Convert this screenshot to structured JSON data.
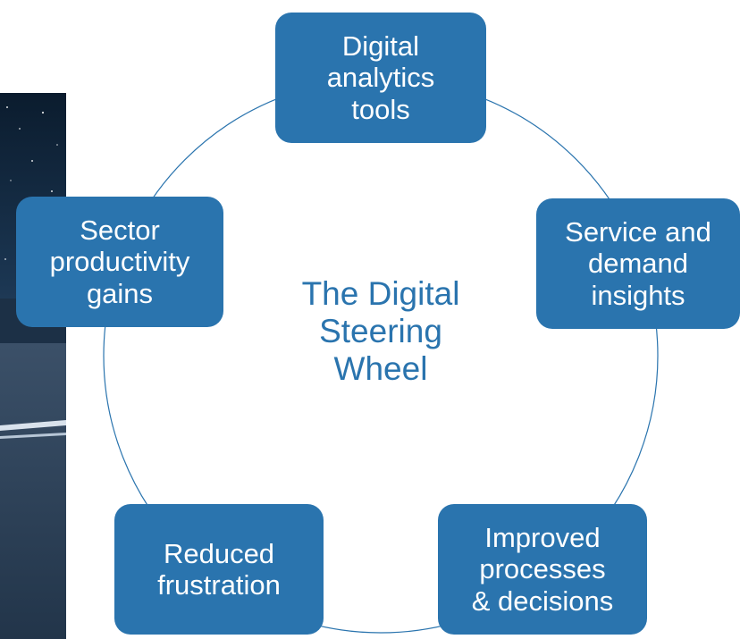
{
  "diagram": {
    "center_title": "The Digital\nSteering\nWheel",
    "nodes": [
      {
        "id": "top",
        "label": "Digital\nanalytics\ntools"
      },
      {
        "id": "right",
        "label": "Service and\ndemand\ninsights"
      },
      {
        "id": "bottom_right",
        "label": "Improved\nprocesses\n& decisions"
      },
      {
        "id": "bottom_left",
        "label": "Reduced\nfrustration"
      },
      {
        "id": "left",
        "label": "Sector\nproductivity\ngains"
      }
    ]
  },
  "colors": {
    "node_fill": "#2A74AE",
    "node_text": "#FFFFFF",
    "center_text": "#2A74AE",
    "connector": "#2A74AE"
  },
  "background_image": {
    "subject": "night road under starry sky",
    "icon": "photo-strip"
  }
}
